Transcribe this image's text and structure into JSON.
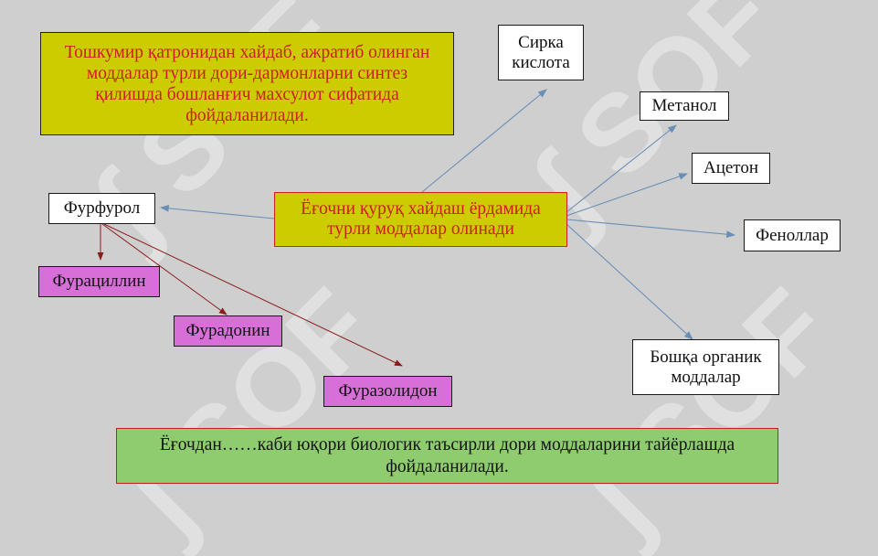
{
  "intro": "Тошкумир қатронидан хайдаб, ажратиб олинган моддалар турли дори-дармонларни синтез қилишда бошланғич махсулот сифатида фойдаланилади.",
  "center": "Ёғочни  қуруқ хайдаш ёрдамида турли моддалар олинади",
  "products": {
    "acetic_acid": "Сирка кислота",
    "methanol": "Метанол",
    "acetone": "Ацетон",
    "phenols": "Феноллар",
    "other_organics": "Бошқа органик моддалар"
  },
  "furfural": "Фурфурол",
  "derivatives": {
    "furacillin": "Фурациллин",
    "furadonin": "Фурадонин",
    "furazolidone": "Фуразолидон"
  },
  "footer": "Ёғочдан……каби юқори биологик таъсирли дори моддаларини тайёрлашда фойдаланилади.",
  "colors": {
    "background": "#cfcfcf",
    "yellow_box": "#cccc00",
    "red_text": "#cc1f1f",
    "pink_box": "#d86fd8",
    "green_box": "#8fcc6f",
    "blue_arrow": "#6a8fb5",
    "red_arrow": "#8a1e1e"
  }
}
